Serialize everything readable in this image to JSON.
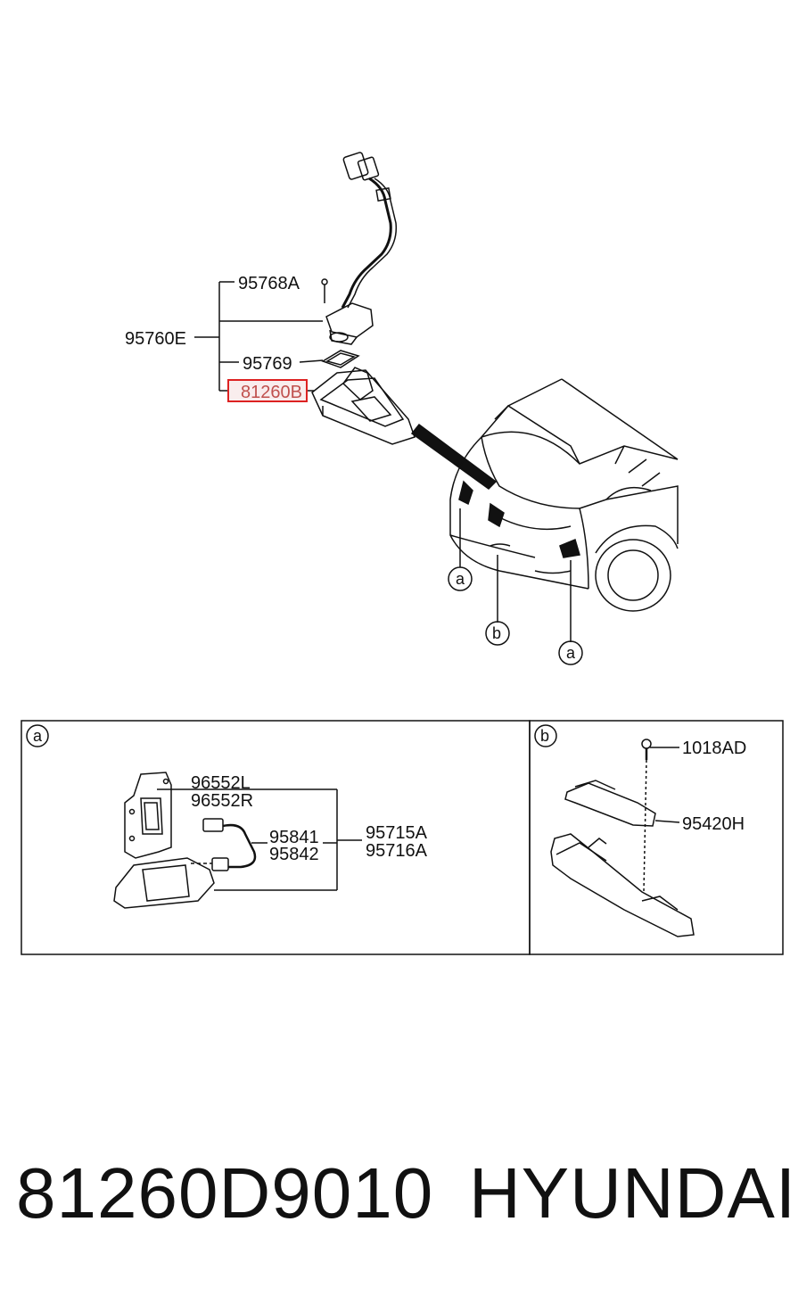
{
  "diagram": {
    "main_labels": {
      "part_95768A": "95768A",
      "assembly_95760E": "95760E",
      "part_95769": "95769",
      "part_81260B": "81260B"
    },
    "callouts": {
      "a": "a",
      "b": "b"
    },
    "panel_a": {
      "tag": "a",
      "bracket_l": "96552L",
      "bracket_r": "96552R",
      "wire_1": "95841",
      "wire_2": "95842",
      "module_1": "95715A",
      "module_2": "95716A"
    },
    "panel_b": {
      "tag": "b",
      "screw": "1018AD",
      "sensor": "95420H"
    },
    "highlight_color": "#c0504d"
  },
  "footer": {
    "part_number": "81260D9010",
    "brand": "HYUNDAI"
  }
}
